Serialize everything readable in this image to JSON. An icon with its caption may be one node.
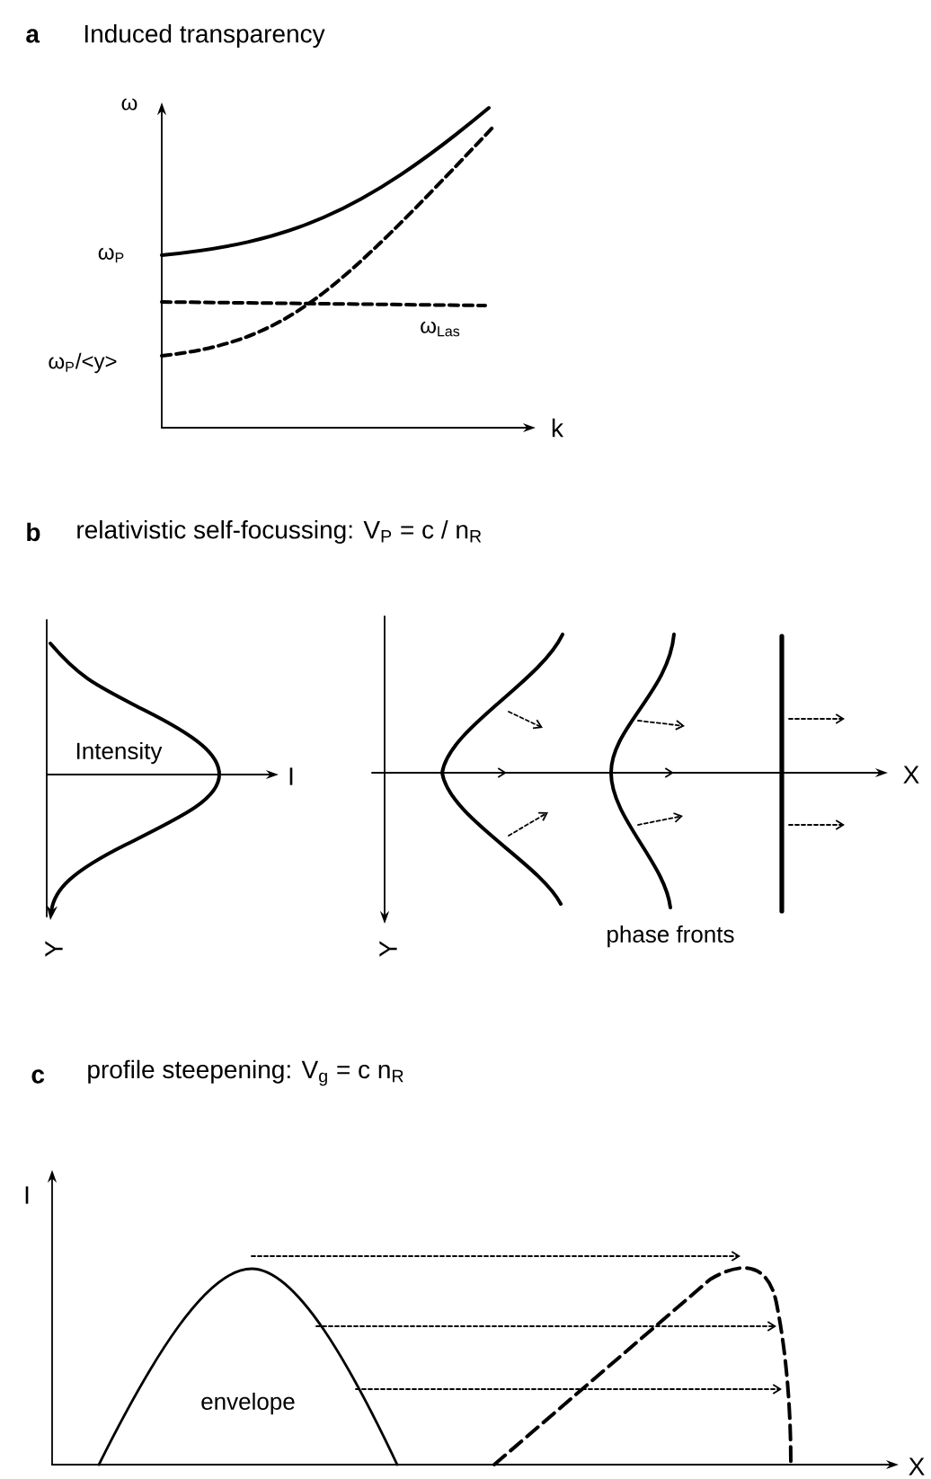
{
  "diagram": {
    "labels": [
      "a",
      "Induced transparency",
      "ω",
      "ω$_{P}$",
      "ω$_{Las}$",
      "ω$_{P}$/<y>",
      "k",
      "b",
      "relativistic self-focussing:  V$_{P}$ = c / n$_{R}$",
      "Intensity",
      "I",
      "Y",
      "X",
      "Y",
      "phase fronts",
      "c",
      "profile steepening:  V$_{g}$ = c n$_{R}$",
      "I",
      "envelope",
      "X"
    ]
  }
}
